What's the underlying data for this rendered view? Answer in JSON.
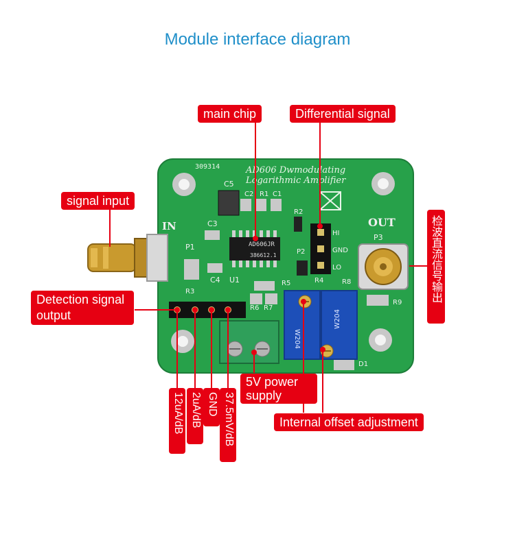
{
  "title": "Module interface diagram",
  "labels": {
    "main_chip": "main chip",
    "differential_signal": "Differential signal",
    "signal_input": "signal input",
    "detection_signal_output": "Detection signal output",
    "power_supply": "5V power supply",
    "offset_adjustment": "Internal offset adjustment",
    "pin_12uA": "12uA/dB",
    "pin_2uA": "2uA/dB",
    "pin_gnd": "GND",
    "pin_37mv": "37.5mV/dB",
    "detector_dc_output": "检波直流信号输出"
  },
  "board_text": {
    "serial": "309314",
    "chip_name_1": "AD606 Dwmodulating",
    "chip_name_2": "Logarithmic Amplifier",
    "in": "IN",
    "out": "OUT",
    "hi": "HI",
    "gnd": "GND",
    "lo": "LO",
    "p1": "P1",
    "p2": "P2",
    "p3": "P3",
    "u1": "U1",
    "c5": "C5",
    "c3": "C3",
    "c4": "C4",
    "r1": "R1",
    "r3": "R3",
    "r4": "R4",
    "r5": "R5",
    "r6": "R6",
    "r7": "R7",
    "r8": "R8",
    "r9": "R9",
    "d1": "D1",
    "r2": "R2",
    "c2": "C2",
    "c1": "C1",
    "chip_mark_1": "AD606JR",
    "chip_mark_2": "386612.1",
    "pot_mark": "W204"
  },
  "colors": {
    "pcb": "#27a14a",
    "label_bg": "#e60012",
    "title": "#1f8fc9",
    "pot": "#1d4fb8"
  }
}
